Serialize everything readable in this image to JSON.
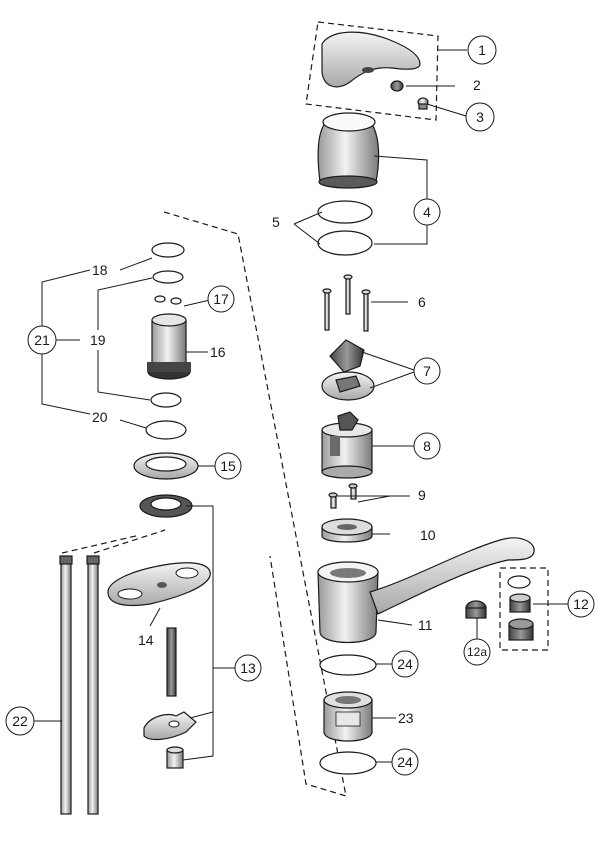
{
  "callouts": {
    "c1": "1",
    "c2": "2",
    "c3": "3",
    "c4": "4",
    "c5": "5",
    "c6": "6",
    "c7": "7",
    "c8": "8",
    "c9": "9",
    "c10": "10",
    "c11": "11",
    "c12": "12",
    "c12a": "12a",
    "c13": "13",
    "c14": "14",
    "c15": "15",
    "c16": "16",
    "c17": "17",
    "c18": "18",
    "c19": "19",
    "c20": "20",
    "c21": "21",
    "c22": "22",
    "c23": "23",
    "c24a": "24",
    "c24b": "24"
  },
  "colors": {
    "line": "#1a1a1a",
    "metal_light": "#e6e6e6",
    "metal_mid": "#bdbdbd",
    "metal_dark": "#5a5a5a",
    "background": "#ffffff"
  }
}
